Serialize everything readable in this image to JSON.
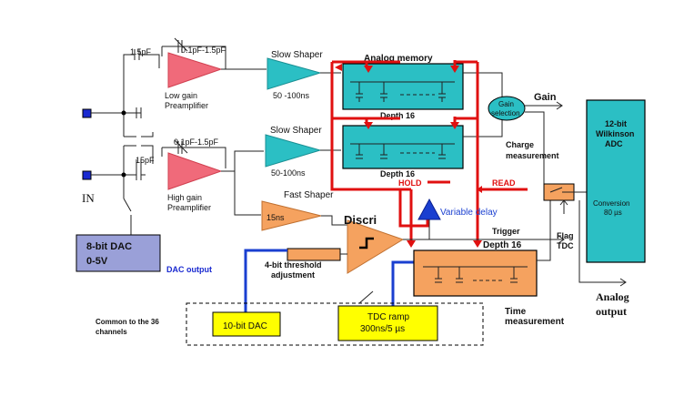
{
  "labels": {
    "cap_top_left": "1.5pF",
    "cap_top_feedback": "0.1pF-1.5pF",
    "low_gain": [
      "Low gain",
      "Preamplifier"
    ],
    "slow_shaper_top": "Slow Shaper",
    "slow_shaper_top_time": "50 -100ns",
    "analog_memory": "Analog memory",
    "depth_top": "Depth 16",
    "gain_out": "Gain",
    "gain_selection": [
      "Gain",
      "selection"
    ],
    "cap_mid_feedback": "0.1pF-1.5pF",
    "slow_shaper_mid": "Slow Shaper",
    "slow_shaper_mid_time": "50-100ns",
    "depth_mid": "Depth 16",
    "charge_measurement": [
      "Charge",
      "measurement"
    ],
    "cap_left": "15pF",
    "in": "IN",
    "high_gain": [
      "High gain",
      "Preamplifier"
    ],
    "hold": "HOLD",
    "read": "READ",
    "fast_shaper": "Fast Shaper",
    "fast_shaper_time": "15ns",
    "variable_delay": "Variable delay",
    "discri": "Discri",
    "trigger": "Trigger",
    "depth_bottom": "Depth 16",
    "dac8": [
      "8-bit DAC",
      "0-5V"
    ],
    "dac_output": "DAC output",
    "threshold": [
      "4-bit threshold",
      "adjustment"
    ],
    "adc": [
      "12-bit",
      "Wilkinson",
      "ADC"
    ],
    "conversion": [
      "Conversion",
      "80 µs"
    ],
    "flag_tdc": [
      "Flag",
      "TDC"
    ],
    "analog_output": [
      "Analog",
      "output"
    ],
    "common": [
      "Common to the 36",
      "channels"
    ],
    "dac10": "10-bit DAC",
    "tdc_ramp": [
      "TDC ramp",
      "300ns/5 µs"
    ],
    "time_measurement": [
      "Time",
      "measurement"
    ]
  },
  "colors": {
    "preamp": "#f06a7a",
    "slow_shaper": "#2bbfc4",
    "memory": "#2bbfc4",
    "fast_shaper": "#f5a25f",
    "discri": "#f5a25f",
    "adc": "#2bbfc4",
    "dac8": "#9aa0d8",
    "yellow_box": "#ffff00",
    "tdc_memory": "#f5a25f",
    "hold_read": "#e01010",
    "wire_blue": "#1a3fd0",
    "delay": "#1a3fd0"
  }
}
